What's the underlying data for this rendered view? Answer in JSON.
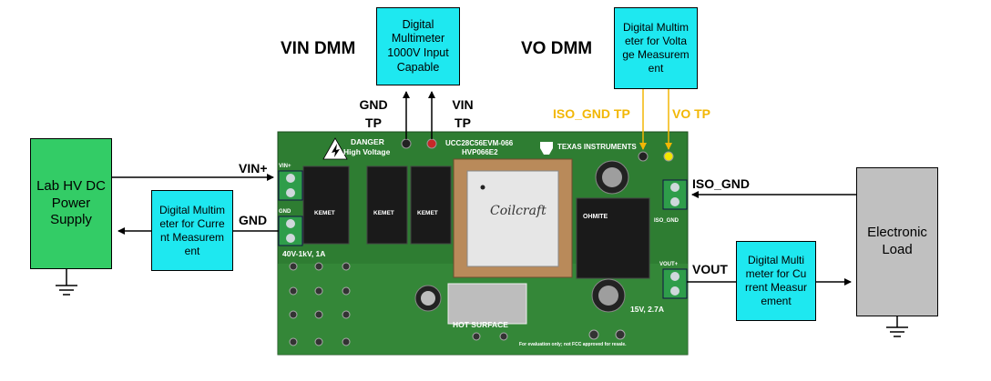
{
  "boxes": {
    "lab_supply": "Lab HV DC Power Supply",
    "vin_dmm": "Digital Multimeter 1000V Input Capable",
    "vo_dmm": "Digital Multimeter for Voltage Measurement",
    "input_current_dmm": "Digital Multimeter for Current Measurement",
    "output_current_dmm": "Digital Multimeter for Current Measurement",
    "electronic_load": "Electronic Load"
  },
  "labels": {
    "vin_dmm_title": "VIN DMM",
    "vo_dmm_title": "VO DMM",
    "gnd_tp": "GND TP",
    "vin_tp": "VIN TP",
    "iso_gnd_tp": "ISO_GND TP",
    "vo_tp": "VO TP",
    "vin_plus": "VIN+",
    "gnd": "GND",
    "iso_gnd": "ISO_GND",
    "vout": "VOUT"
  },
  "board": {
    "danger": "DANGER",
    "high_voltage": "High Voltage",
    "model": "UCC28C56EVM-066",
    "board_id": "HVP066E2",
    "brand": "TEXAS INSTRUMENTS",
    "inductor_brand": "Coilcraft",
    "cap_brand": "KEMET",
    "resistor_brand": "OHMITE",
    "input_rating": "40V-1kV, 1A",
    "output_rating": "15V, 2.7A",
    "hot_surface": "HOT SURFACE",
    "conn_vin_plus": "VIN+",
    "conn_gnd": "GND",
    "conn_iso_gnd": "ISO_GND",
    "conn_vout_plus": "VOUT+",
    "eval_note": "For evaluation only; not FCC approved for resale."
  },
  "colors": {
    "cyan_box": "#1ee8f0",
    "supply_green": "#33cc66",
    "load_gray": "#c0c0c0",
    "pcb_green": "#2e7d32",
    "tp_label": "#f2b705"
  }
}
